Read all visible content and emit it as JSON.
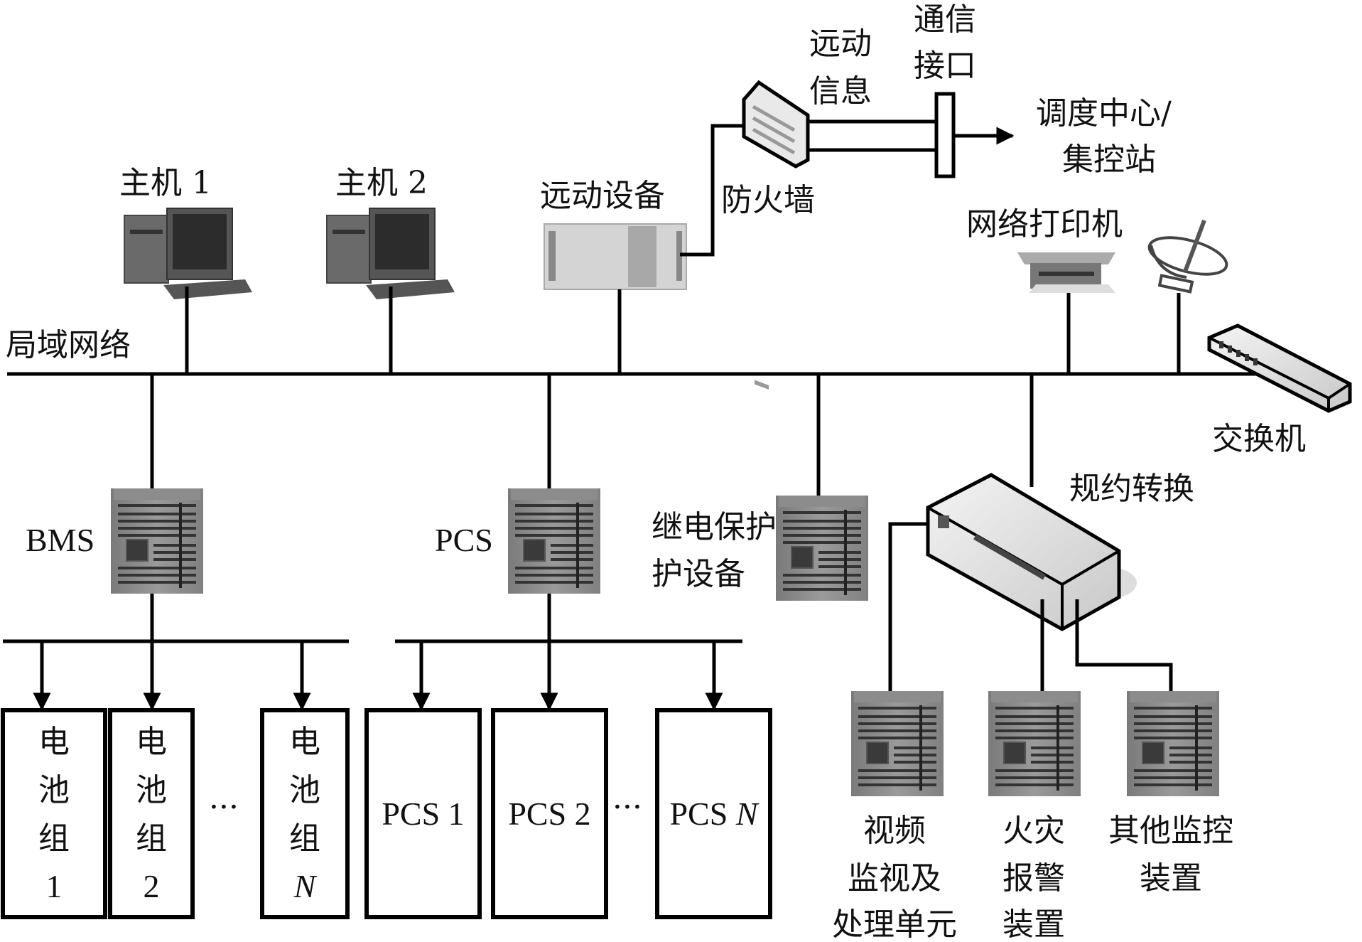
{
  "title": "储能电站监控系统网络结构",
  "lan": {
    "label": "局域网络"
  },
  "hosts": [
    {
      "label": "主机 1",
      "icon": "desktop-computer-icon"
    },
    {
      "label": "主机 2",
      "icon": "desktop-computer-icon"
    }
  ],
  "telecontrol": {
    "device_label": "远动设备",
    "firewall_label": "防火墙",
    "info_label_line1": "远动",
    "info_label_line2": "信息",
    "interface_label_line1": "通信",
    "interface_label_line2": "接口",
    "destination_line1": "调度中心/",
    "destination_line2": "集控站"
  },
  "printer": {
    "label": "网络打印机"
  },
  "switch": {
    "label": "交换机"
  },
  "bms": {
    "label": "BMS",
    "battery_groups": [
      {
        "lines": [
          "电",
          "池",
          "组",
          "1"
        ]
      },
      {
        "lines": [
          "电",
          "池",
          "组",
          "2"
        ]
      },
      {
        "lines": [
          "电",
          "池",
          "组",
          "N"
        ]
      }
    ],
    "ellipsis": "···"
  },
  "pcs": {
    "label": "PCS",
    "units": [
      {
        "prefix": "PCS",
        "index": "1"
      },
      {
        "prefix": "PCS",
        "index": "2"
      },
      {
        "prefix": "PCS",
        "index": "N"
      }
    ],
    "ellipsis": "···"
  },
  "relay": {
    "label_line1": "继电保护",
    "label_line2": "护设备"
  },
  "protocol_converter": {
    "label": "规约转换"
  },
  "monitors": [
    {
      "lines": [
        "视频",
        "监视及",
        "处理单元"
      ]
    },
    {
      "lines": [
        "火灾",
        "报警",
        "装置"
      ]
    },
    {
      "lines": [
        "其他监控",
        "装置"
      ]
    }
  ]
}
